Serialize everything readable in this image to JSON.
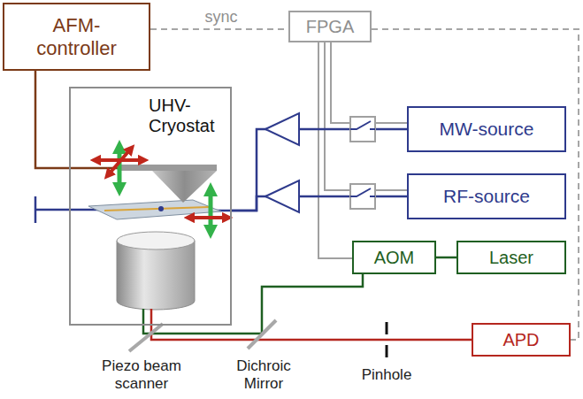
{
  "diagram": {
    "nodes": [
      {
        "text": [
          "AFM-controller"
        ]
      },
      {
        "text": [
          "FPGA"
        ]
      },
      {
        "text": [
          "UHV-Cryostat"
        ]
      },
      {
        "text": [
          "MW-source"
        ]
      },
      {
        "text": [
          "RF-source"
        ]
      },
      {
        "text": [
          "AOM"
        ]
      },
      {
        "text": [
          "Laser"
        ]
      },
      {
        "text": [
          "APD"
        ]
      }
    ],
    "edges": [
      {
        "from": 0,
        "to": 1,
        "label": "sync",
        "arrow": "none"
      },
      {
        "from": 1,
        "to": 7,
        "arrow": "none"
      },
      {
        "from": 0,
        "to": 2,
        "arrow": "none"
      },
      {
        "from": 1,
        "to": 3,
        "arrow": "none"
      },
      {
        "from": 1,
        "to": 4,
        "arrow": "none"
      },
      {
        "from": 1,
        "to": 5,
        "arrow": "none"
      },
      {
        "from": 3,
        "to": 2,
        "arrow": "none"
      },
      {
        "from": 4,
        "to": 2,
        "arrow": "none"
      },
      {
        "from": 6,
        "to": 5,
        "arrow": "none"
      },
      {
        "from": 5,
        "to": 2,
        "arrow": "none"
      },
      {
        "from": 2,
        "to": 7,
        "arrow": "none"
      }
    ],
    "labels": [
      "Piezo beam scanner",
      "Dichroic Mirror",
      "Pinhole"
    ]
  }
}
